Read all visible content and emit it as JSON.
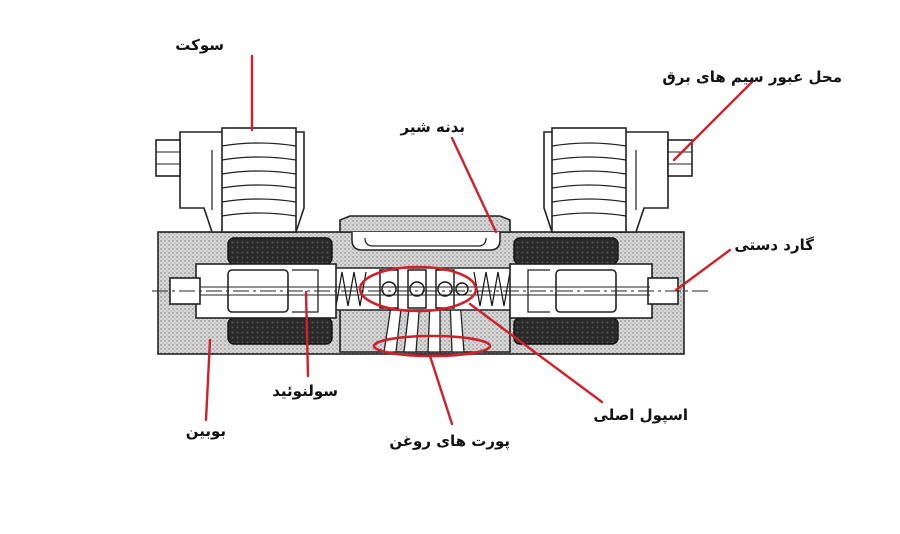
{
  "labels": {
    "socket": "سوکت",
    "wire_entry": "محل عبور سیم های برق",
    "valve_body": "بدنه شیر",
    "manual_override": "گارد دستی",
    "solenoid": "سولنوئید",
    "main_spool": "اسپول اصلی",
    "coil": "بوبین",
    "oil_ports": "پورت های روغن"
  },
  "colors": {
    "leader": "#d0202a",
    "ink": "#222222",
    "text": "#111111"
  }
}
